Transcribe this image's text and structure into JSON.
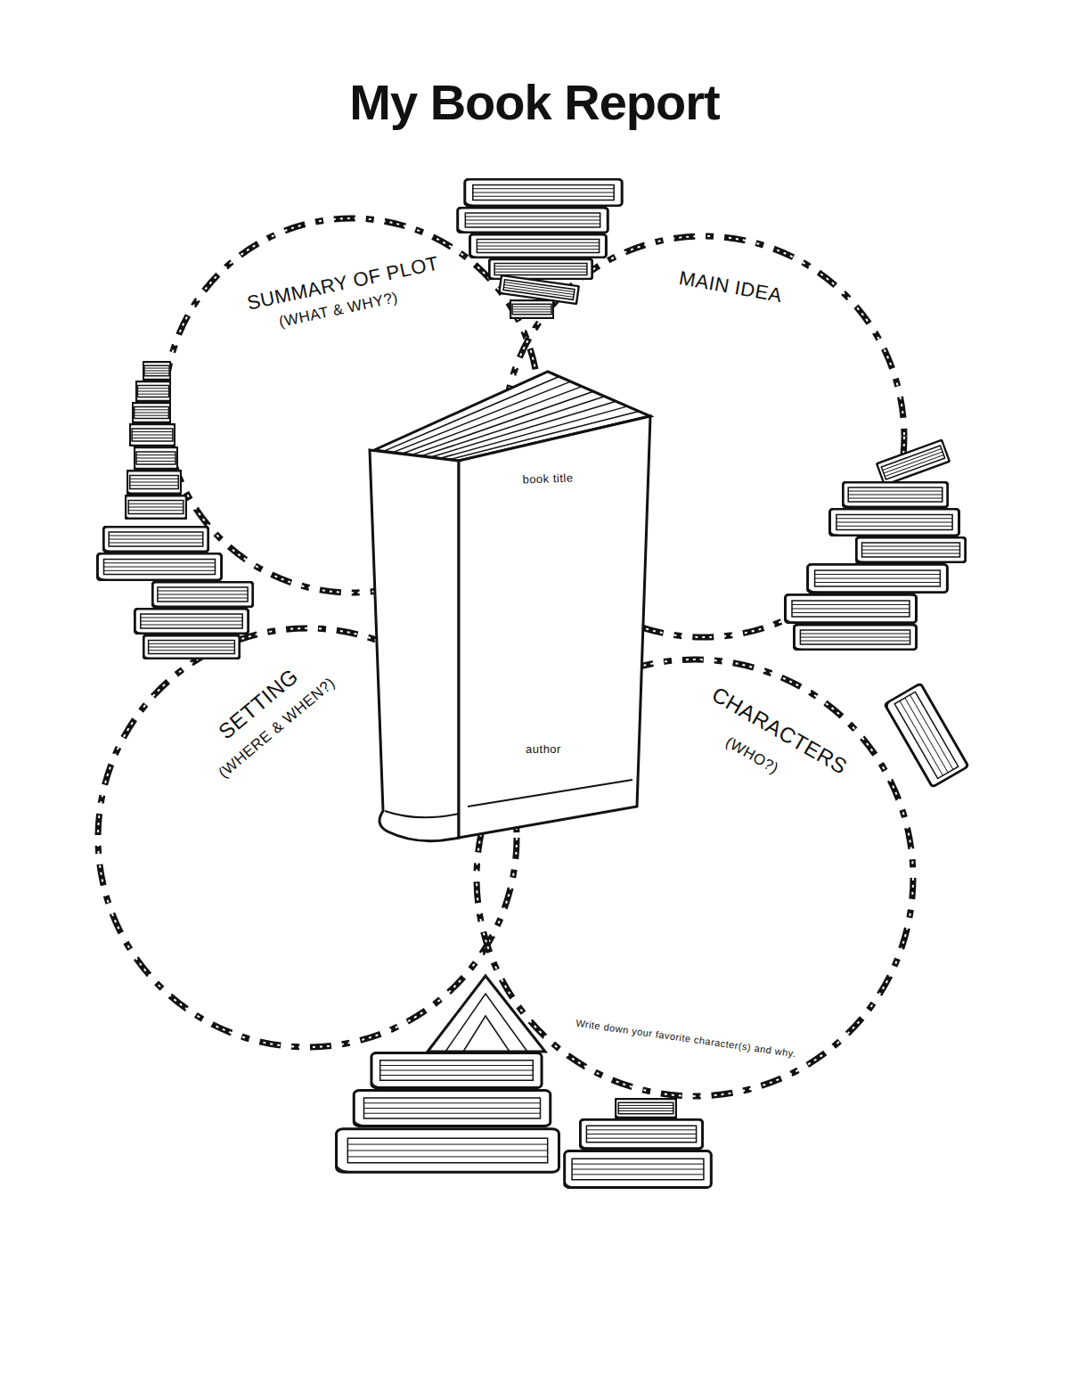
{
  "diagram": {
    "title": "My Book Report",
    "nodes": [
      {
        "text": [
          "SUMMARY OF PLOT",
          "(WHAT & WHY?)"
        ]
      },
      {
        "text": [
          "MAIN IDEA"
        ]
      },
      {
        "text": [
          "book title",
          "author"
        ]
      },
      {
        "text": [
          "SETTING",
          "(WHERE & WHEN?)"
        ]
      },
      {
        "text": [
          "CHARACTERS",
          "(WHO?)",
          "Write down your favorite character(s) and why."
        ]
      }
    ]
  }
}
